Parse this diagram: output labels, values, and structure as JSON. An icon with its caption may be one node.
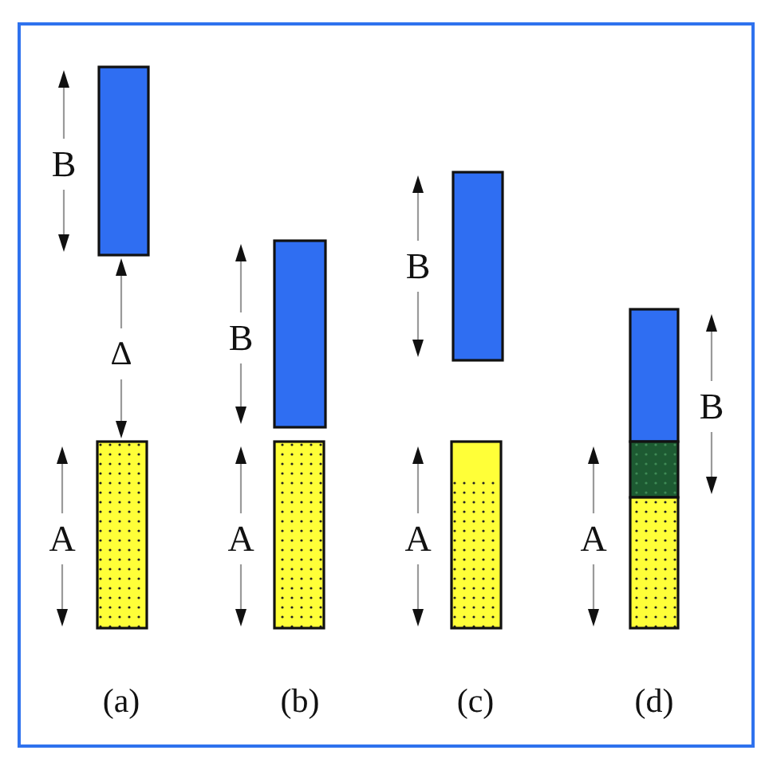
{
  "diagram": {
    "nodes": [
      {
        "text": [],
        "shape": "bar"
      },
      {
        "text": [],
        "shape": "bar"
      },
      {
        "text": [],
        "shape": "bar"
      },
      {
        "text": [],
        "shape": "bar"
      },
      {
        "text": [],
        "shape": "bar"
      },
      {
        "text": [],
        "shape": "bar"
      },
      {
        "text": [],
        "shape": "bar"
      },
      {
        "text": [],
        "shape": "bar"
      },
      {
        "text": [],
        "shape": "bar"
      }
    ],
    "labels": [
      "B",
      "B",
      "B",
      "Δ",
      "B",
      "A",
      "A",
      "A",
      "A",
      "(a)",
      "(b)",
      "(c)",
      "(d)"
    ]
  }
}
